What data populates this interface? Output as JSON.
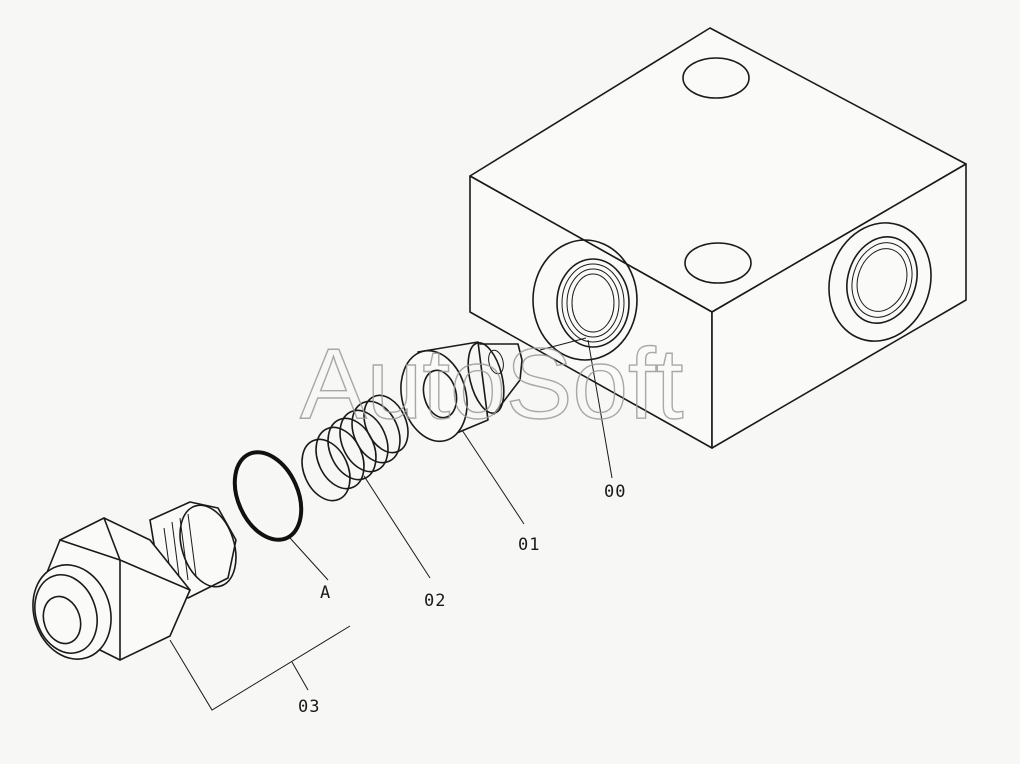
{
  "watermark": "AutoSoft",
  "callouts": {
    "body": "00",
    "valve": "01",
    "spring": "02",
    "plug_assembly": "03",
    "oring": "A"
  }
}
